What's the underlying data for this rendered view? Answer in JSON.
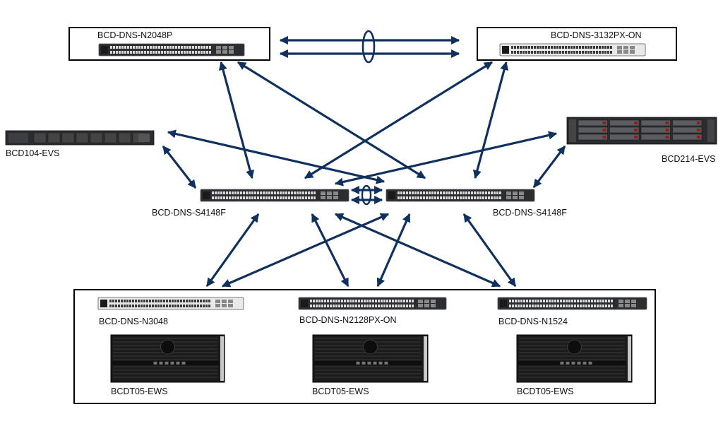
{
  "colors": {
    "arrow": "#10305e",
    "box_border": "#000000",
    "device_dark": "#2b2d31",
    "device_light": "#e9e9e9",
    "port": "#d7d7d7"
  },
  "labels": {
    "top_left_switch": "BCD-DNS-N2048P",
    "top_right_switch": "BCD-DNS-3132PX-ON",
    "left_server": "BCD104-EVS",
    "right_server": "BCD214-EVS",
    "core_left": "BCD-DNS-S4148F",
    "core_right": "BCD-DNS-S4148F",
    "bottom_switch_1": "BCD-DNS-N3048",
    "bottom_switch_2": "BCD-DNS-N2128PX-ON",
    "bottom_switch_3": "BCD-DNS-N1524",
    "workstation_1": "BCDT05-EWS",
    "workstation_2": "BCDT05-EWS",
    "workstation_3": "BCDT05-EWS"
  },
  "icons": {
    "switch": "network-switch-icon",
    "server": "rack-server-icon",
    "storage_server": "storage-server-icon",
    "workstation": "workstation-icon",
    "lag": "link-aggregation-icon"
  }
}
